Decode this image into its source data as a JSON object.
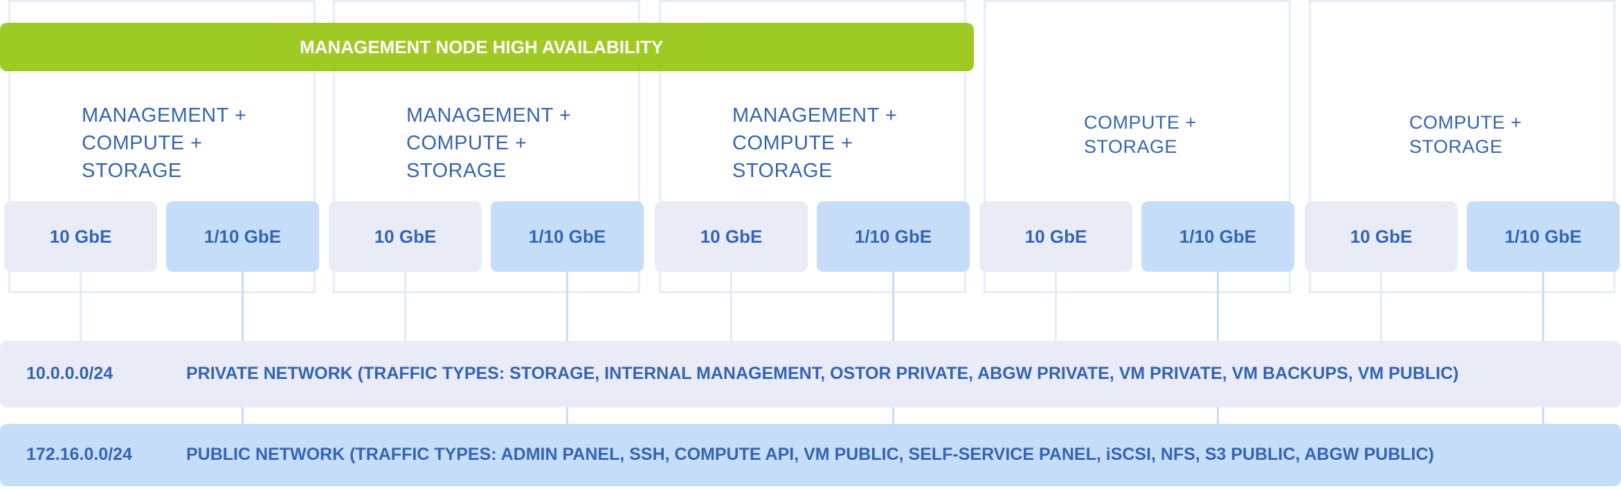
{
  "ha_label": "MANAGEMENT NODE HIGH AVAILABILITY",
  "nodes": [
    {
      "role": [
        "MANAGEMENT +",
        "COMPUTE +",
        "STORAGE"
      ],
      "ports": [
        "10 GbE",
        "1/10 GbE"
      ]
    },
    {
      "role": [
        "MANAGEMENT +",
        "COMPUTE +",
        "STORAGE"
      ],
      "ports": [
        "10 GbE",
        "1/10 GbE"
      ]
    },
    {
      "role": [
        "MANAGEMENT +",
        "COMPUTE +",
        "STORAGE"
      ],
      "ports": [
        "10 GbE",
        "1/10 GbE"
      ]
    },
    {
      "role": [
        "COMPUTE +",
        "STORAGE"
      ],
      "ports": [
        "10 GbE",
        "1/10 GbE"
      ]
    },
    {
      "role": [
        "COMPUTE +",
        "STORAGE"
      ],
      "ports": [
        "10 GbE",
        "1/10 GbE"
      ]
    }
  ],
  "networks": {
    "private": {
      "subnet": "10.0.0.0/24",
      "label": "PRIVATE NETWORK (TRAFFIC TYPES: STORAGE, INTERNAL MANAGEMENT, OSTOR PRIVATE, ABGW PRIVATE, VM PRIVATE, VM BACKUPS, VM PUBLIC)"
    },
    "public": {
      "subnet": "172.16.0.0/24",
      "label": "PUBLIC NETWORK (TRAFFIC TYPES: ADMIN PANEL, SSH, COMPUTE API, VM PUBLIC, SELF-SERVICE PANEL, iSCSI, NFS, S3 PUBLIC, ABGW PUBLIC)"
    }
  },
  "colors": {
    "accent_green": "#9bc91c",
    "text_blue": "#3464b4",
    "private_bg": "#e9ebf7",
    "public_bg": "#c5ddf8"
  }
}
